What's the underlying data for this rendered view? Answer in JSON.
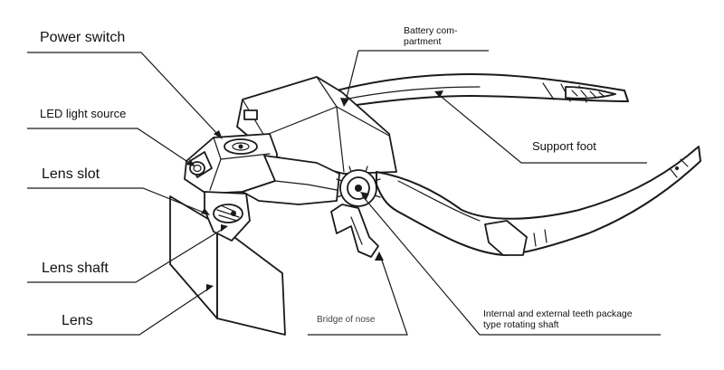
{
  "labels": {
    "power_switch": "Power switch",
    "battery": "Battery com-\npartment",
    "led": "LED light source",
    "lens_slot": "Lens slot",
    "support_foot": "Support foot",
    "lens_shaft": "Lens shaft",
    "lens": "Lens",
    "bridge": "Bridge of nose",
    "shaft": "Internal and external teeth package\ntype rotating shaft"
  },
  "colors": {
    "line": "#1a1a1a",
    "background": "#ffffff"
  }
}
